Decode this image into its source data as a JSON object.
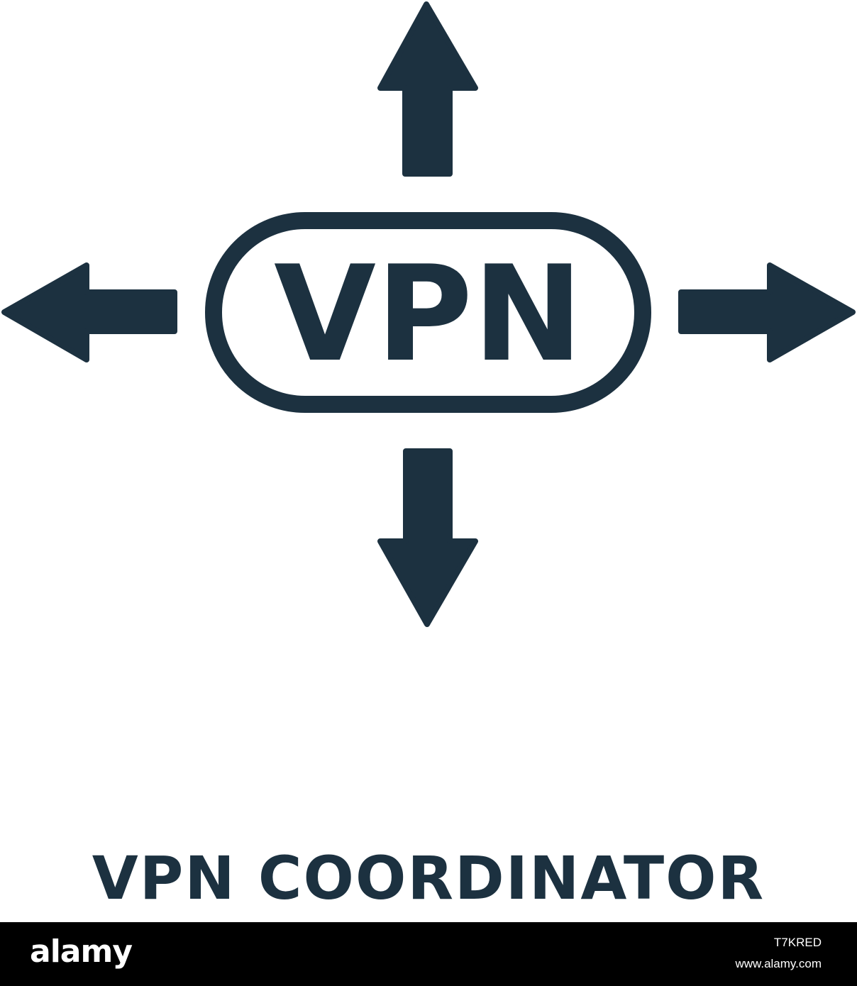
{
  "icon": {
    "name": "vpn-coordinator-icon",
    "label": "VPN",
    "color": "#1c3140"
  },
  "caption": "VPN COORDINATOR",
  "footer": {
    "brand": "alamy",
    "image_id": "T7KRED",
    "site": "www.alamy.com"
  }
}
